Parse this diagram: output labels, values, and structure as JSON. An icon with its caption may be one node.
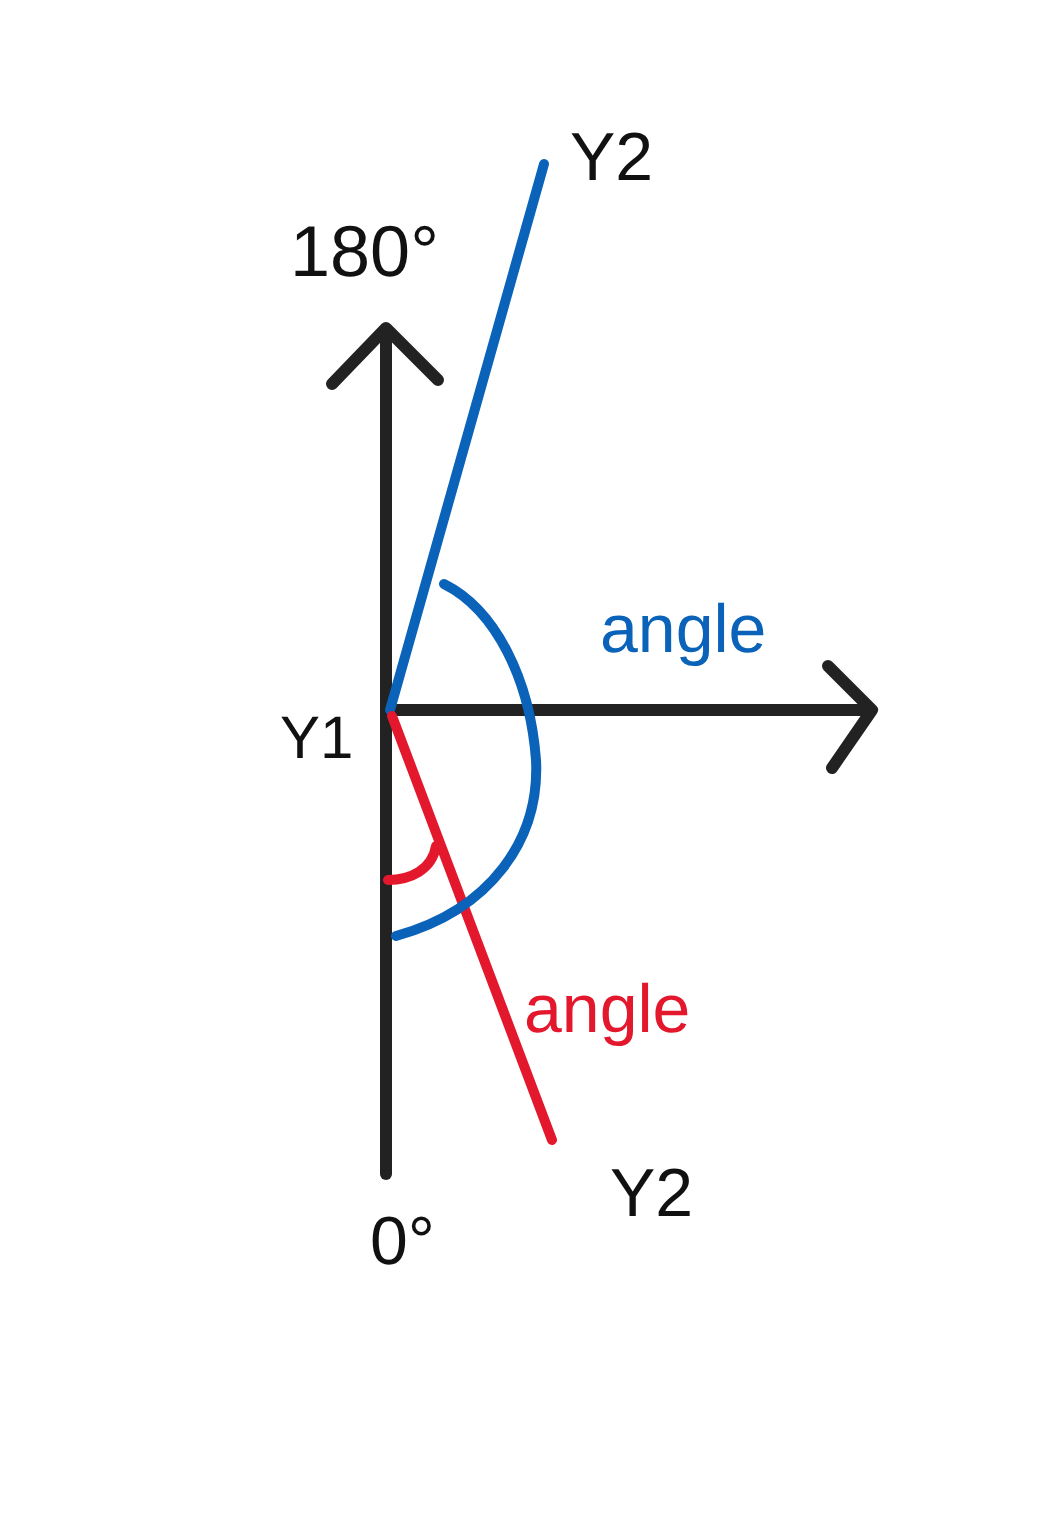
{
  "diagram": {
    "labels": [
      "Y2",
      "180°",
      "angle",
      "Y1",
      "angle",
      "0°",
      "Y2"
    ]
  }
}
